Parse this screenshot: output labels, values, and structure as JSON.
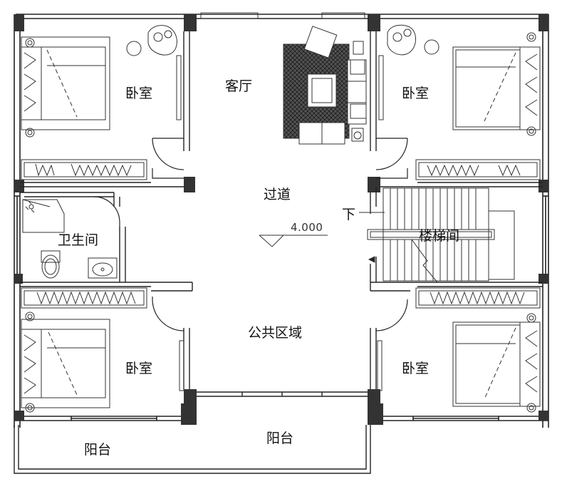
{
  "plan": {
    "rooms": {
      "bedroom_top_left": "卧室",
      "living_room": "客厅",
      "bedroom_top_right": "卧室",
      "corridor": "过道",
      "bathroom": "卫生间",
      "stairwell": "楼梯间",
      "stair_down": "下",
      "public_area": "公共区域",
      "bedroom_bottom_left": "卧室",
      "bedroom_bottom_right": "卧室",
      "balcony_left": "阳台",
      "balcony_center": "阳台"
    },
    "elevation": "4.000"
  }
}
